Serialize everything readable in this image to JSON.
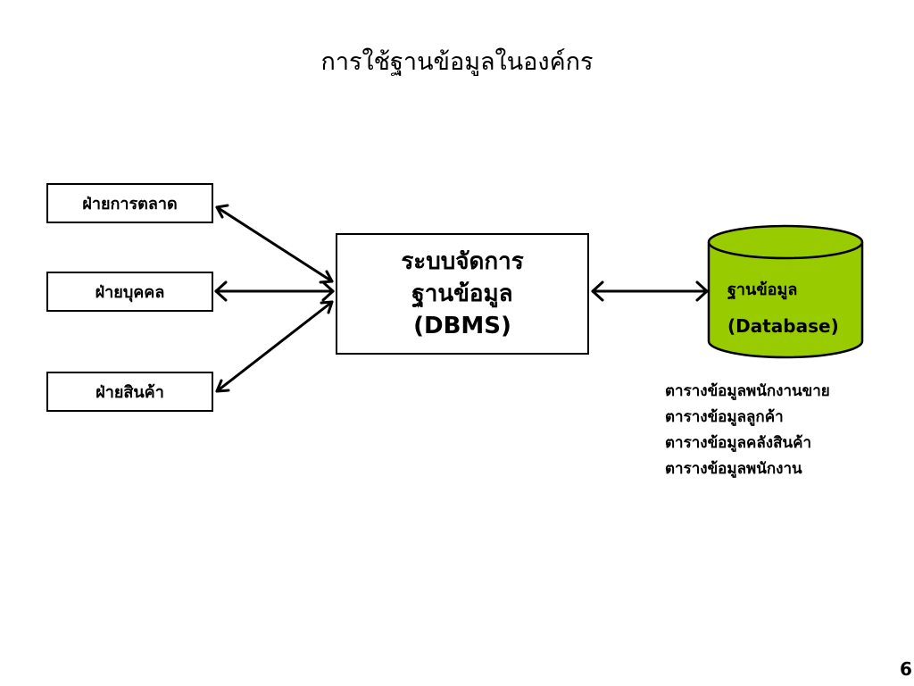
{
  "title": "การใช้ฐานข้อมูลในองค์กร",
  "departments": [
    {
      "label": "ฝ่ายการตลาด"
    },
    {
      "label": "ฝ่ายบุคคล"
    },
    {
      "label": "ฝ่ายสินค้า"
    }
  ],
  "dbms": {
    "line1": "ระบบจัดการ",
    "line2": "ฐานข้อมูล",
    "line3": "(DBMS)"
  },
  "database": {
    "label": "ฐานข้อมูล",
    "sublabel": "(Database)",
    "fill_color": "#99cc00"
  },
  "tables": [
    "ตารางข้อมูลพนักงานขาย",
    "ตารางข้อมูลลูกค้า",
    "ตารางข้อมูลคลังสินค้า",
    "ตารางข้อมูลพนักงาน"
  ],
  "page_number": "6"
}
